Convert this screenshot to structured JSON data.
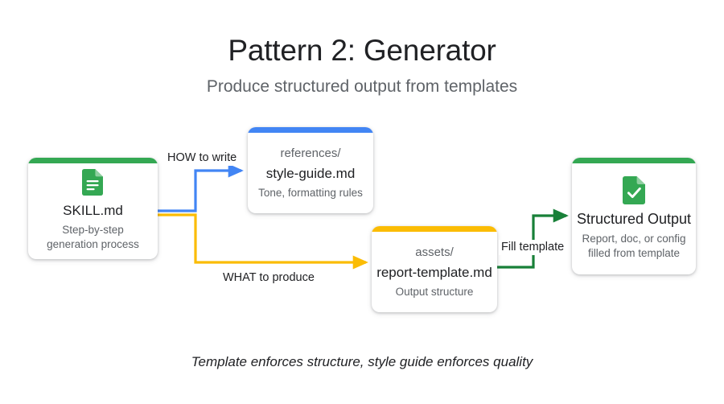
{
  "header": {
    "title": "Pattern 2: Generator",
    "subtitle": "Produce structured output from templates"
  },
  "footer": {
    "caption": "Template enforces structure, style guide enforces quality"
  },
  "colors": {
    "green": "#34a853",
    "blue": "#4285f4",
    "yellow": "#fbbc04",
    "green_arrow": "#188038",
    "text_primary": "#202124",
    "text_secondary": "#5f6368",
    "background": "#ffffff"
  },
  "nodes": [
    {
      "id": "skill",
      "accent": "#34a853",
      "icon": "document-lines-icon",
      "path": "",
      "title": "SKILL.md",
      "subtitle": "Step-by-step\ngeneration process",
      "subtitle_lines": [
        "Step-by-step",
        "generation process"
      ]
    },
    {
      "id": "references",
      "accent": "#4285f4",
      "icon": "",
      "path": "references/",
      "title": "style-guide.md",
      "subtitle": "Tone, formatting rules",
      "subtitle_lines": [
        "Tone, formatting rules"
      ]
    },
    {
      "id": "assets",
      "accent": "#fbbc04",
      "icon": "",
      "path": "assets/",
      "title": "report-template.md",
      "subtitle": "Output structure",
      "subtitle_lines": [
        "Output structure"
      ]
    },
    {
      "id": "output",
      "accent": "#34a853",
      "icon": "document-check-icon",
      "path": "",
      "title": "Structured Output",
      "subtitle": "Report, doc, or config\nfilled from template",
      "subtitle_lines": [
        "Report, doc, or config",
        "filled from template"
      ]
    }
  ],
  "edges": [
    {
      "id": "how-to-write",
      "label": "HOW to write",
      "color": "#4285f4",
      "from": "skill",
      "to": "references"
    },
    {
      "id": "what-to-produce",
      "label": "WHAT to produce",
      "color": "#fbbc04",
      "from": "skill",
      "to": "assets"
    },
    {
      "id": "fill-template",
      "label": "Fill template",
      "color": "#188038",
      "from": "assets",
      "to": "output"
    }
  ]
}
